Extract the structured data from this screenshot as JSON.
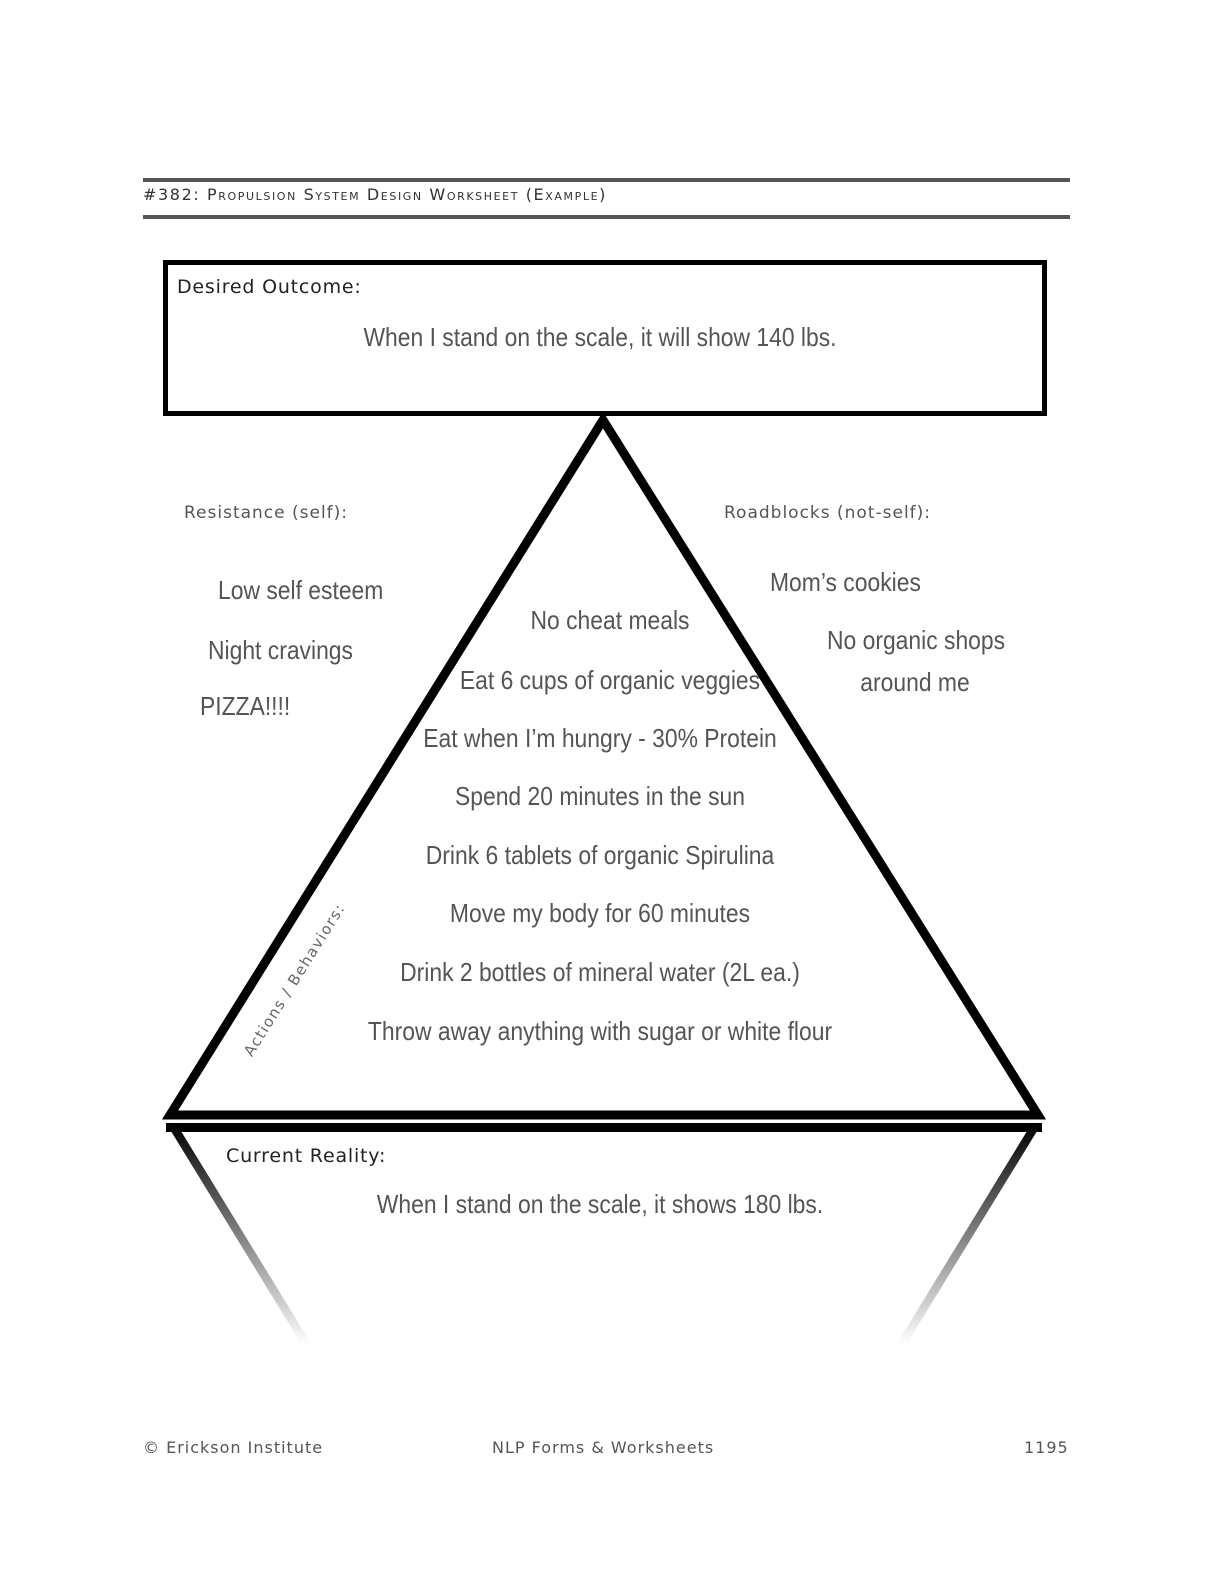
{
  "header": {
    "title": "#382: Propulsion System Design Worksheet (Example)"
  },
  "desired_outcome": {
    "label": "Desired Outcome:",
    "value": "When I stand on the scale, it will show 140 lbs."
  },
  "resistance": {
    "label": "Resistance (self):",
    "items": [
      "Low self esteem",
      "Night cravings",
      "PIZZA!!!!"
    ]
  },
  "roadblocks": {
    "label": "Roadblocks (not-self):",
    "items": [
      "Mom’s cookies",
      "No organic shops",
      "around me"
    ]
  },
  "actions": {
    "label": "Actions / Behaviors:",
    "items": [
      "No cheat meals",
      "Eat 6 cups of organic veggies",
      "Eat when I’m hungry - 30% Protein",
      "Spend 20 minutes in the sun",
      "Drink 6 tablets of organic Spirulina",
      "Move my body for 60 minutes",
      "Drink 2 bottles of mineral water (2L ea.)",
      "Throw away anything with sugar or white flour"
    ]
  },
  "current_reality": {
    "label": "Current Reality:",
    "value": "When I stand on the scale, it shows 180 lbs."
  },
  "footer": {
    "left": "© Erickson Institute",
    "center": "NLP Forms & Worksheets",
    "page_number": "1195"
  }
}
